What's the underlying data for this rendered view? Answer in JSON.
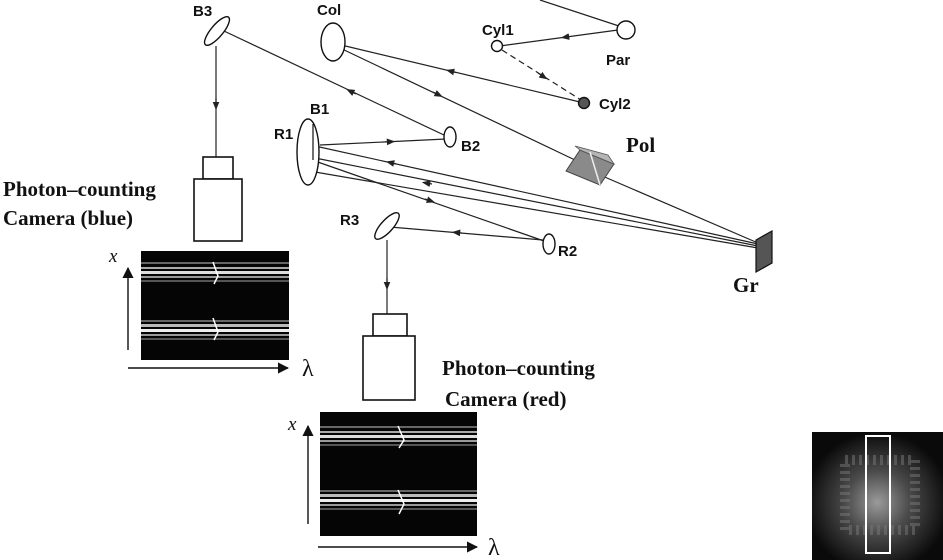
{
  "components": {
    "b3": "B3",
    "col": "Col",
    "cyl1": "Cyl1",
    "par": "Par",
    "cyl2": "Cyl2",
    "b1": "B1",
    "r1": "R1",
    "b2": "B2",
    "pol": "Pol",
    "r3": "R3",
    "r2": "R2",
    "gr": "Gr"
  },
  "cameras": {
    "blue": {
      "line1": "Photon–counting",
      "line2": "Camera (blue)"
    },
    "red": {
      "line1": "Photon–counting",
      "line2": "Camera (red)"
    }
  },
  "axes": {
    "x_label": "x",
    "lambda_label": "λ"
  },
  "colors": {
    "line": "#222222",
    "spectrum_bg": "#050505",
    "grating": "#555555",
    "polarizer": "#8a8a8a"
  }
}
